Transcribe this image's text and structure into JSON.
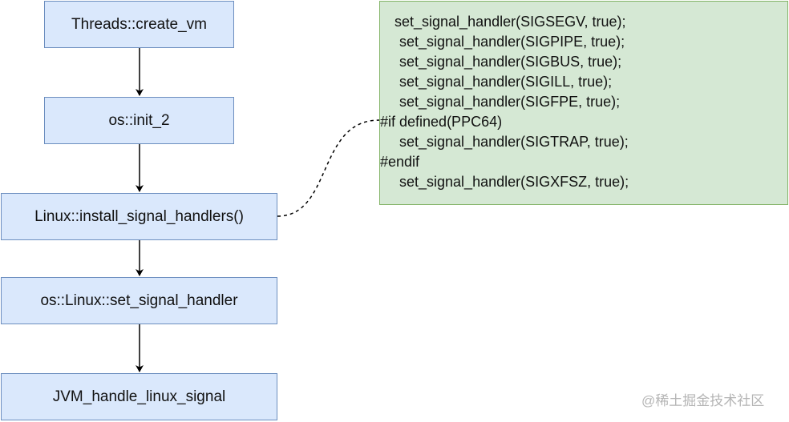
{
  "flow": {
    "nodes": [
      {
        "id": "n0",
        "label": "Threads::create_vm"
      },
      {
        "id": "n1",
        "label": "os::init_2"
      },
      {
        "id": "n2",
        "label": "Linux::install_signal_handlers()"
      },
      {
        "id": "n3",
        "label": "os::Linux::set_signal_handler"
      },
      {
        "id": "n4",
        "label": "JVM_handle_linux_signal"
      }
    ],
    "edges": [
      {
        "from": "n0",
        "to": "n1",
        "style": "solid-arrow"
      },
      {
        "from": "n1",
        "to": "n2",
        "style": "solid-arrow"
      },
      {
        "from": "n2",
        "to": "n3",
        "style": "solid-arrow"
      },
      {
        "from": "n3",
        "to": "n4",
        "style": "solid-arrow"
      },
      {
        "from": "n2",
        "to": "note",
        "style": "dashed-curve"
      }
    ]
  },
  "note": {
    "lines": [
      {
        "text": "set_signal_handler(SIGSEGV, true);",
        "kind": "first"
      },
      {
        "text": "set_signal_handler(SIGPIPE, true);",
        "kind": "indent"
      },
      {
        "text": "set_signal_handler(SIGBUS, true);",
        "kind": "indent"
      },
      {
        "text": "set_signal_handler(SIGILL, true);",
        "kind": "indent"
      },
      {
        "text": "set_signal_handler(SIGFPE, true);",
        "kind": "indent"
      },
      {
        "text": "#if defined(PPC64)",
        "kind": "directive"
      },
      {
        "text": "set_signal_handler(SIGTRAP, true);",
        "kind": "indent"
      },
      {
        "text": "#endif",
        "kind": "directive"
      },
      {
        "text": "set_signal_handler(SIGXFSZ, true);",
        "kind": "indent"
      }
    ]
  },
  "colors": {
    "node_fill": "#dae8fc",
    "node_stroke": "#6c8ebf",
    "note_fill": "#d5e8d4",
    "note_stroke": "#82b366",
    "edge": "#000000"
  },
  "watermark": "@稀土掘金技术社区"
}
